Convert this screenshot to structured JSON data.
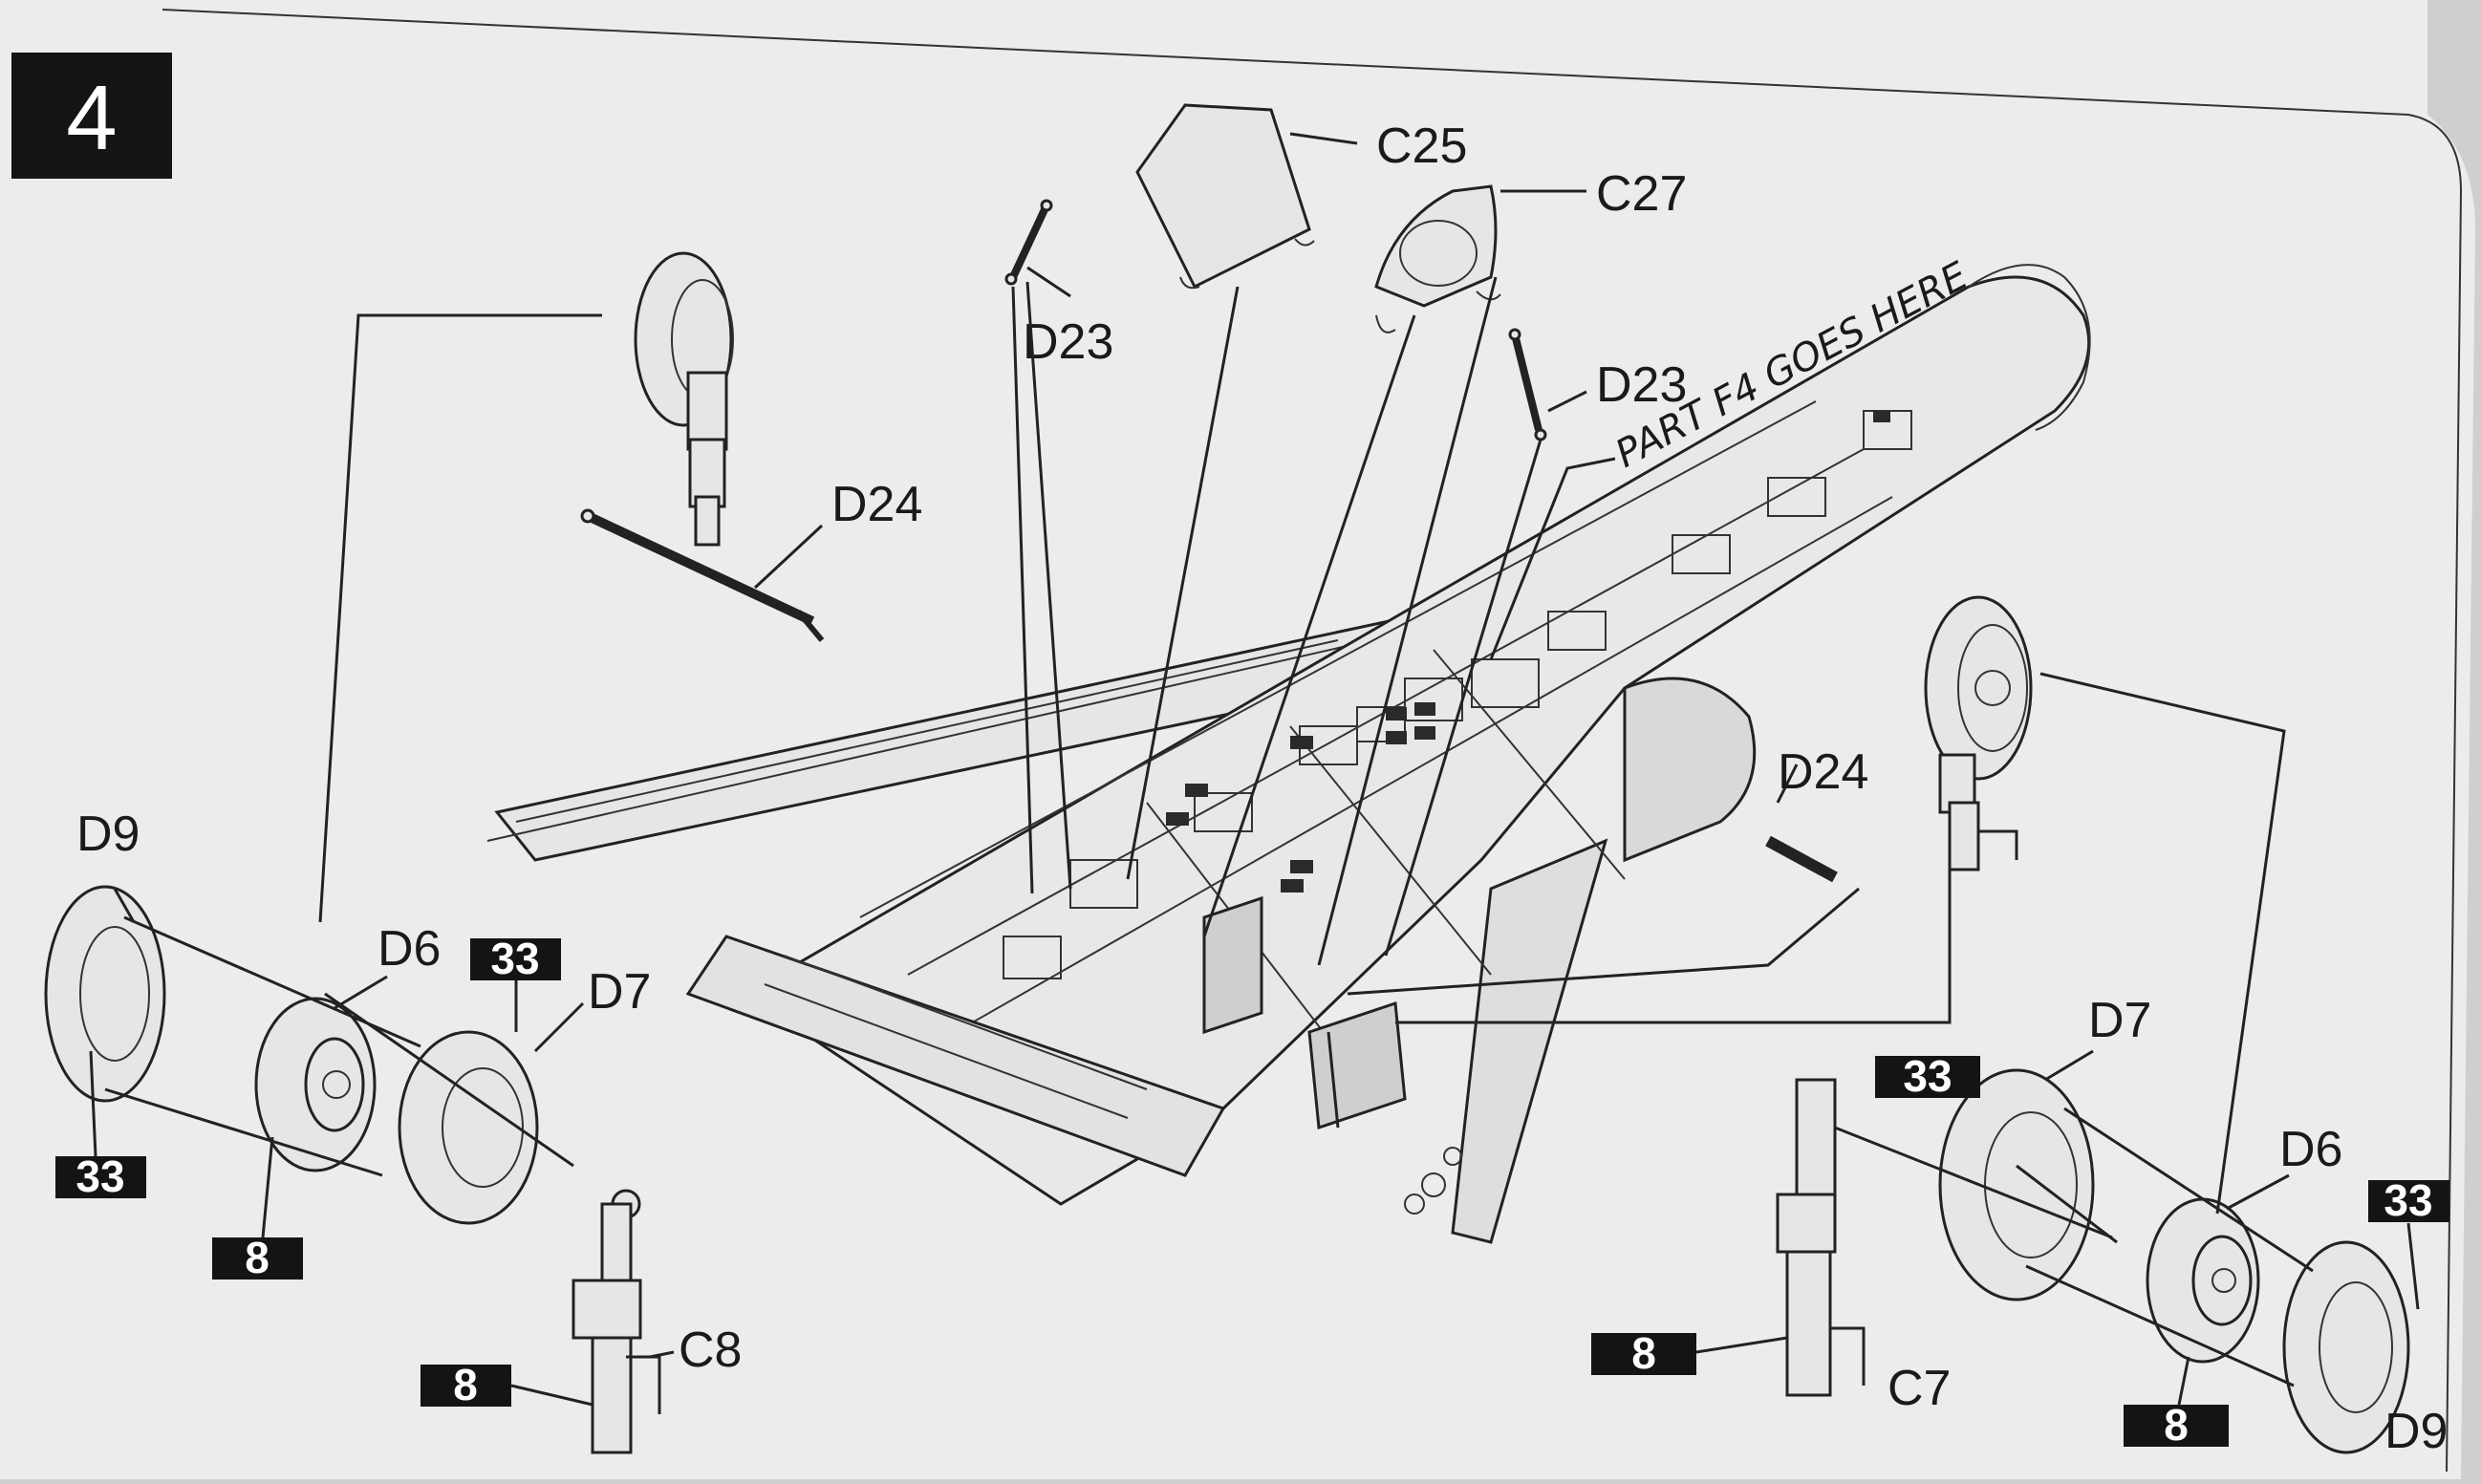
{
  "step_number": "4",
  "annotation": "PART F4 GOES HERE",
  "labels": {
    "c25": "C25",
    "c27": "C27",
    "d23_left": "D23",
    "d23_right": "D23",
    "d24_left": "D24",
    "d24_right": "D24",
    "d9_left": "D9",
    "d6_left": "D6",
    "d7_left": "D7",
    "c8": "C8",
    "d7_right": "D7",
    "d6_right": "D6",
    "d9_right": "D9",
    "c7": "C7"
  },
  "paint_codes": {
    "left_d7_33": "33",
    "left_d9_33": "33",
    "left_d6_8": "8",
    "left_c8_8": "8",
    "right_d7_33": "33",
    "right_d9_33": "33",
    "right_c7_8": "8",
    "right_d6_8": "8"
  }
}
